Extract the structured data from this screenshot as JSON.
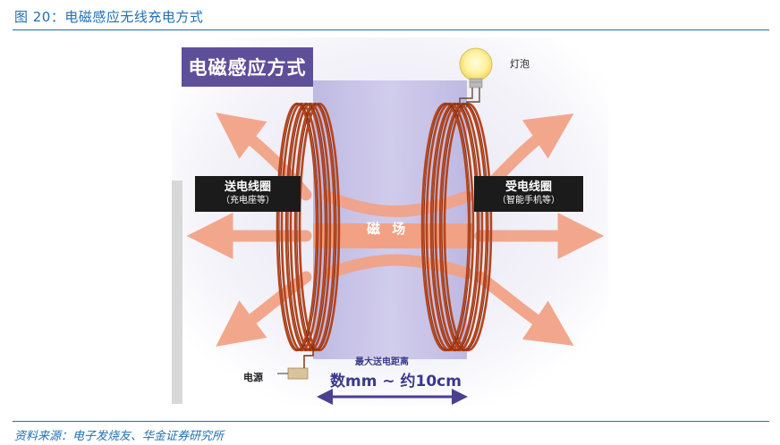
{
  "figure_title": "图 20：电磁感应无线充电方式",
  "source": "资料来源：电子发烧友、华金证券研究所",
  "diagram": {
    "title": "电磁感应方式",
    "transmit_coil": {
      "label": "送电线圈",
      "sublabel": "（充电座等）"
    },
    "receive_coil": {
      "label": "受电线圈",
      "sublabel": "（智能手机等）"
    },
    "field_label": "磁 场",
    "bulb_label": "灯泡",
    "power_label": "电源",
    "max_distance_label": "最大送电距离",
    "distance_value": "数mm ~ 约10cm"
  },
  "colors": {
    "accent_blue": "#1f6fb2",
    "title_purple": "#5e4f9a",
    "coil_copper": "#b5441c",
    "arrow_salmon": "#f2a184",
    "label_black": "#1b1b1b"
  }
}
